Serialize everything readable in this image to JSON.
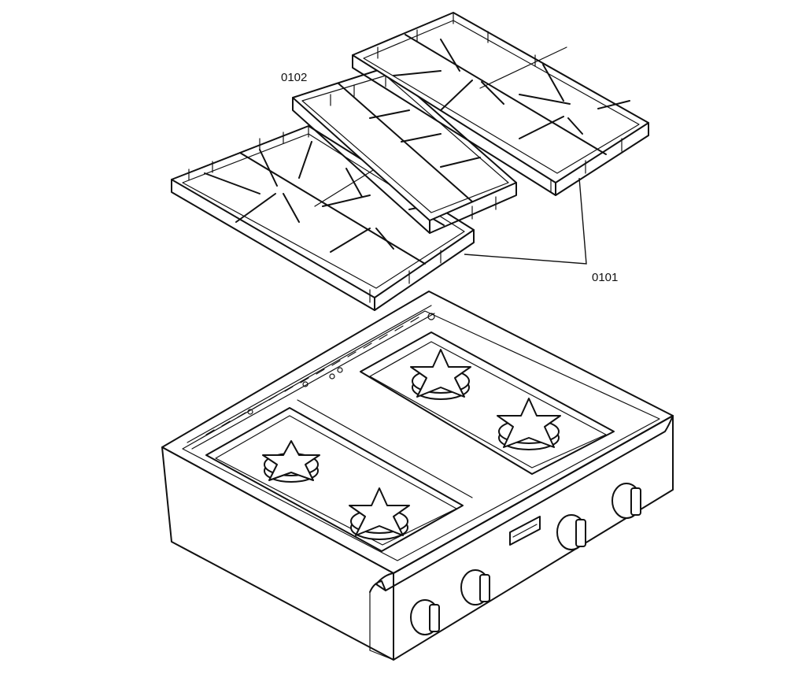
{
  "callouts": {
    "part_a": "0102",
    "part_b": "0101"
  },
  "parts": [
    {
      "id": "grate-left",
      "icon": "burner-grate-icon"
    },
    {
      "id": "grate-middle",
      "icon": "burner-grate-icon"
    },
    {
      "id": "grate-right",
      "icon": "burner-grate-icon"
    },
    {
      "id": "cooktop",
      "icon": "rangetop-icon"
    }
  ],
  "colors": {
    "line": "#111111",
    "background": "#ffffff"
  }
}
